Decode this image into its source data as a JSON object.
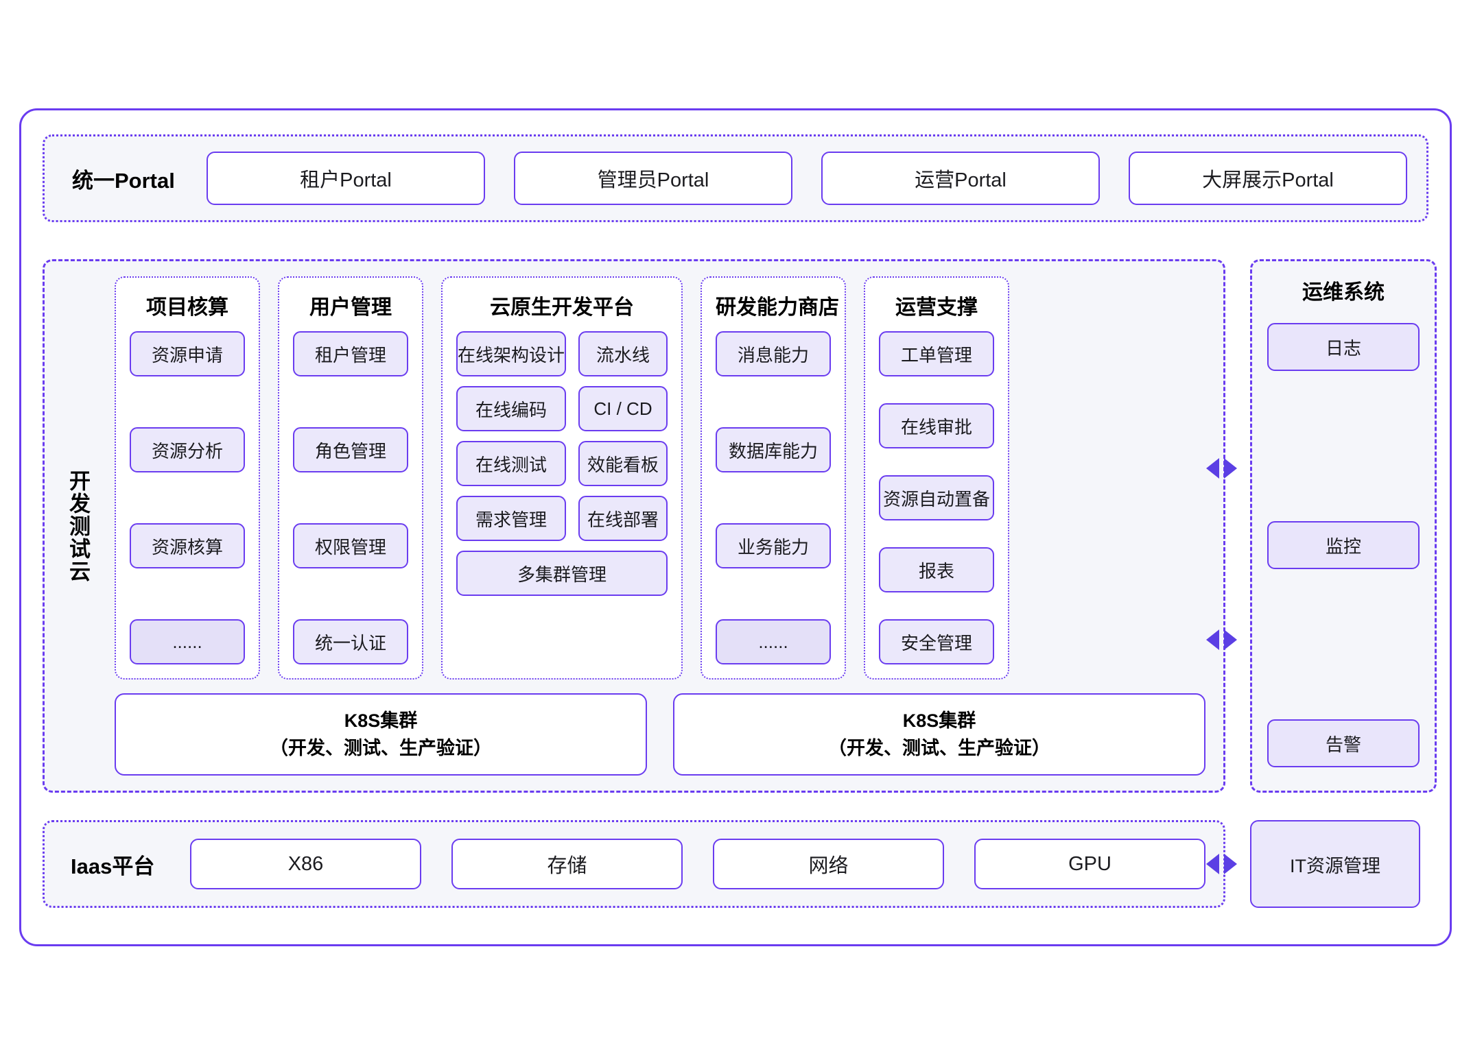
{
  "portal": {
    "label": "统一Portal",
    "items": [
      {
        "label": "租户Portal"
      },
      {
        "label": "管理员Portal"
      },
      {
        "label": "运营Portal"
      },
      {
        "label": "大屏展示Portal"
      }
    ]
  },
  "dev_test_cloud": {
    "label": "开发测试云",
    "columns": [
      {
        "title": "项目核算",
        "items": [
          {
            "label": "资源申请"
          },
          {
            "label": "资源分析"
          },
          {
            "label": "资源核算"
          },
          {
            "label": "......"
          }
        ]
      },
      {
        "title": "用户管理",
        "items": [
          {
            "label": "租户管理"
          },
          {
            "label": "角色管理"
          },
          {
            "label": "权限管理"
          },
          {
            "label": "统一认证"
          }
        ]
      },
      {
        "title": "云原生开发平台",
        "items": [
          {
            "label": "在线架构设计"
          },
          {
            "label": "流水线"
          },
          {
            "label": "在线编码"
          },
          {
            "label": "CI / CD"
          },
          {
            "label": "在线测试"
          },
          {
            "label": "效能看板"
          },
          {
            "label": "需求管理"
          },
          {
            "label": "在线部署"
          },
          {
            "label": "多集群管理"
          }
        ]
      },
      {
        "title": "研发能力商店",
        "items": [
          {
            "label": "消息能力"
          },
          {
            "label": "数据库能力"
          },
          {
            "label": "业务能力"
          },
          {
            "label": "......"
          }
        ]
      },
      {
        "title": "运营支撑",
        "items": [
          {
            "label": "工单管理"
          },
          {
            "label": "在线审批"
          },
          {
            "label": "资源自动置备"
          },
          {
            "label": "报表"
          },
          {
            "label": "安全管理"
          }
        ]
      }
    ],
    "clusters": [
      {
        "title": "K8S集群",
        "subtitle": "（开发、测试、生产验证）"
      },
      {
        "title": "K8S集群",
        "subtitle": "（开发、测试、生产验证）"
      }
    ]
  },
  "ops_system": {
    "title": "运维系统",
    "items": [
      {
        "label": "日志"
      },
      {
        "label": "监控"
      },
      {
        "label": "告警"
      }
    ]
  },
  "iaas": {
    "label": "Iaas平台",
    "items": [
      {
        "label": "X86"
      },
      {
        "label": "存储"
      },
      {
        "label": "网络"
      },
      {
        "label": "GPU"
      }
    ]
  },
  "it_resource": {
    "label": "IT资源管理"
  },
  "colors": {
    "accent": "#6a3cf0",
    "arrow": "#5b3fe4",
    "chip_fill": "#ebe8fb",
    "panel_fill": "#f5f6fa",
    "page_bg": "#ffffff"
  }
}
